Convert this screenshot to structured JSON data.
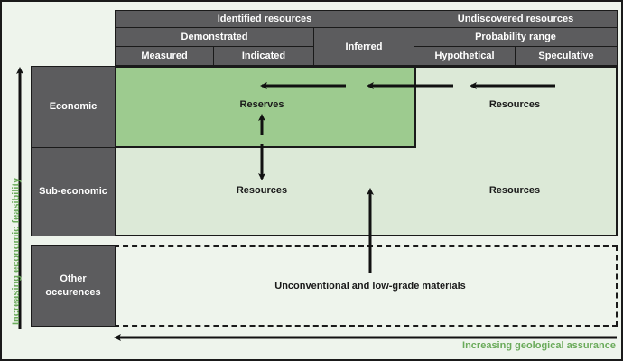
{
  "header": {
    "identified": "Identified resources",
    "undiscovered": "Undiscovered resources",
    "demonstrated": "Demonstrated",
    "inferred": "Inferred",
    "probability_range": "Probability range",
    "measured": "Measured",
    "indicated": "Indicated",
    "hypothetical": "Hypothetical",
    "speculative": "Speculative"
  },
  "rows": {
    "economic": "Economic",
    "sub_economic": "Sub-economic",
    "other": "Other occurences"
  },
  "cells": {
    "reserves": "Reserves",
    "economic_resources": "Resources",
    "sub_economic_identified_resources": "Resources",
    "sub_economic_undiscovered_resources": "Resources",
    "other_materials": "Unconventional and low-grade materials"
  },
  "axes": {
    "vertical": "Increasing economic feasibility",
    "horizontal": "Increasing geological assurance"
  },
  "colors": {
    "header_fill": "#5c5c5e",
    "reserves_fill": "#9dcb8f",
    "resources_fill": "#dce9d7",
    "background": "#eef4ec",
    "axis_label": "#6aaa5a"
  }
}
